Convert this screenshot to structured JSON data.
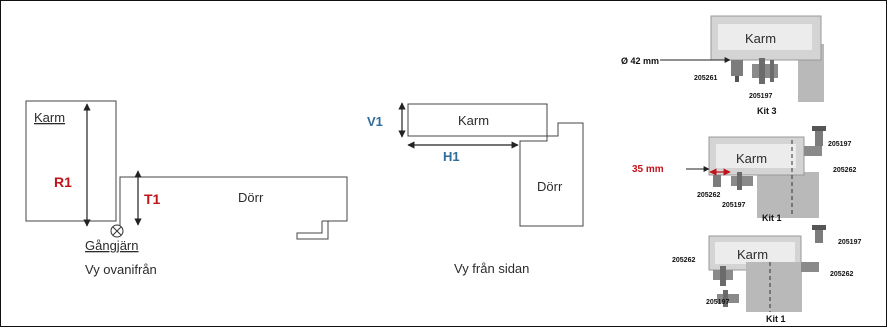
{
  "top_view": {
    "frame_label": "Karm",
    "dim_frame_depth": "R1",
    "dim_door_thickness": "T1",
    "door_label": "Dörr",
    "hinge_label": "Gångjärn",
    "caption": "Vy ovanifrån"
  },
  "side_view": {
    "frame_label": "Karm",
    "dim_vertical": "V1",
    "dim_horizontal": "H1",
    "door_label": "Dörr",
    "caption": "Vy från sidan"
  },
  "kits": [
    {
      "title": "Kit 3",
      "frame_label": "Karm",
      "measure": "Ø 42 mm",
      "parts": [
        "205261",
        "205197"
      ]
    },
    {
      "title": "Kit 1",
      "frame_label": "Karm",
      "measure": "35 mm",
      "parts": [
        "205197",
        "205262",
        "205262",
        "205197"
      ]
    },
    {
      "title": "Kit 1",
      "frame_label": "Karm",
      "parts": [
        "205197",
        "205262",
        "205262",
        "205197"
      ]
    }
  ],
  "colors": {
    "red_dimension": "#c0141c",
    "blue_dimension": "#2f6d9a",
    "line": "#333333"
  }
}
